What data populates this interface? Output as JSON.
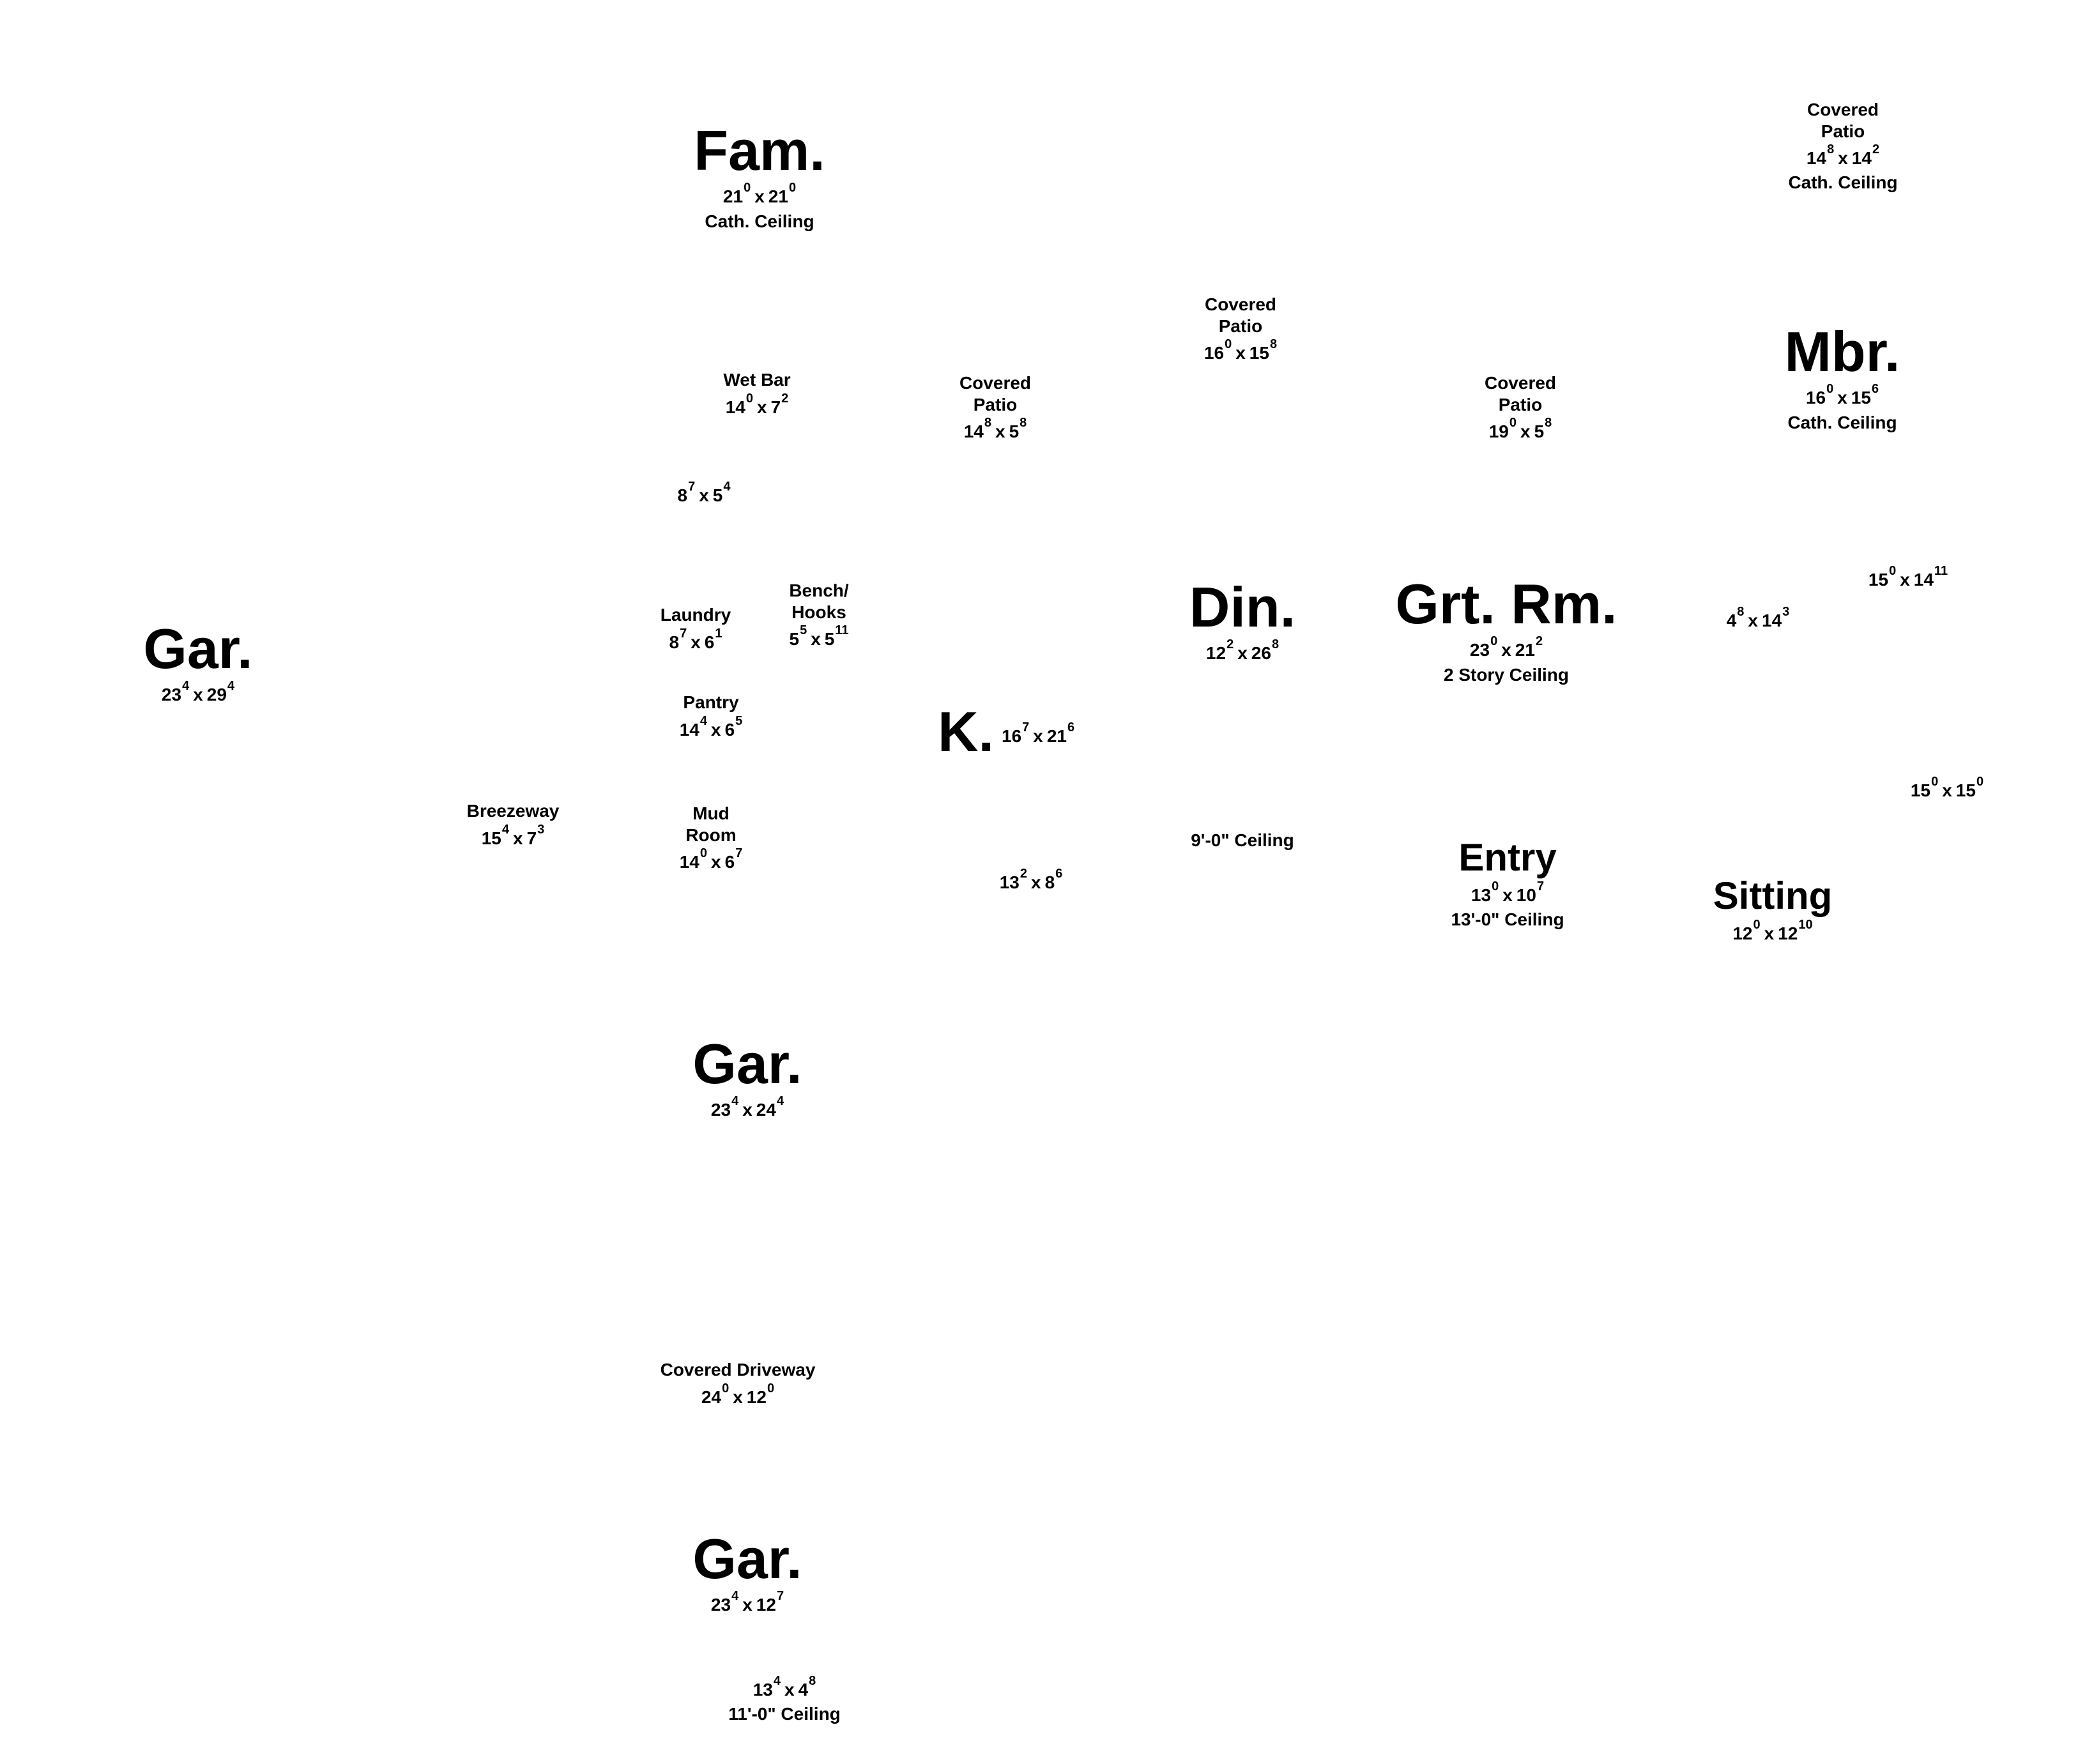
{
  "rooms": [
    {
      "id": "fam",
      "name": "Fam.",
      "size": "xl",
      "d": {
        "a": "21",
        "as": "0",
        "b": "21",
        "bs": "0"
      },
      "note": "Cath. Ceiling"
    },
    {
      "id": "covered-patio-ne",
      "name": "Covered\nPatio",
      "size": "sm",
      "d": {
        "a": "14",
        "as": "8",
        "b": "14",
        "bs": "2"
      },
      "note": "Cath. Ceiling"
    },
    {
      "id": "covered-patio-center",
      "name": "Covered\nPatio",
      "size": "sm",
      "d": {
        "a": "16",
        "as": "0",
        "b": "15",
        "bs": "8"
      }
    },
    {
      "id": "wet-bar",
      "name": "Wet Bar",
      "size": "sm",
      "d": {
        "a": "14",
        "as": "0",
        "b": "7",
        "bs": "2"
      }
    },
    {
      "id": "covered-patio-kitchen",
      "name": "Covered\nPatio",
      "size": "sm",
      "d": {
        "a": "14",
        "as": "8",
        "b": "5",
        "bs": "8"
      }
    },
    {
      "id": "covered-patio-great-room",
      "name": "Covered\nPatio",
      "size": "sm",
      "d": {
        "a": "19",
        "as": "0",
        "b": "5",
        "bs": "8"
      }
    },
    {
      "id": "master-bedroom",
      "name": "Mbr.",
      "size": "xl",
      "d": {
        "a": "16",
        "as": "0",
        "b": "15",
        "bs": "6"
      },
      "note": "Cath. Ceiling"
    },
    {
      "id": "closet-near-wet-bar",
      "name": "",
      "d": {
        "a": "8",
        "as": "7",
        "b": "5",
        "bs": "4"
      }
    },
    {
      "id": "laundry",
      "name": "Laundry",
      "size": "sm",
      "d": {
        "a": "8",
        "as": "7",
        "b": "6",
        "bs": "1"
      }
    },
    {
      "id": "bench-hooks",
      "name": "Bench/\nHooks",
      "size": "sm",
      "d": {
        "a": "5",
        "as": "5",
        "b": "5",
        "bs": "11"
      }
    },
    {
      "id": "dining",
      "name": "Din.",
      "size": "xl",
      "d": {
        "a": "12",
        "as": "2",
        "b": "26",
        "bs": "8"
      }
    },
    {
      "id": "great-room",
      "name": "Grt. Rm.",
      "size": "xl",
      "d": {
        "a": "23",
        "as": "0",
        "b": "21",
        "bs": "2"
      },
      "note": "2 Story Ceiling"
    },
    {
      "id": "master-closet-a",
      "name": "",
      "d": {
        "a": "15",
        "as": "0",
        "b": "14",
        "bs": "11"
      }
    },
    {
      "id": "master-closet-b",
      "name": "",
      "d": {
        "a": "4",
        "as": "8",
        "b": "14",
        "bs": "3"
      }
    },
    {
      "id": "garage-west",
      "name": "Gar.",
      "size": "xl",
      "d": {
        "a": "23",
        "as": "4",
        "b": "29",
        "bs": "4"
      }
    },
    {
      "id": "pantry",
      "name": "Pantry",
      "size": "sm",
      "d": {
        "a": "14",
        "as": "4",
        "b": "6",
        "bs": "5"
      }
    },
    {
      "id": "kitchen",
      "name": "K.",
      "size": "xl",
      "d": {
        "a": "16",
        "as": "7",
        "b": "21",
        "bs": "6"
      }
    },
    {
      "id": "breezeway",
      "name": "Breezeway",
      "size": "sm",
      "d": {
        "a": "15",
        "as": "4",
        "b": "7",
        "bs": "3"
      }
    },
    {
      "id": "mud-room",
      "name": "Mud\nRoom",
      "size": "sm",
      "d": {
        "a": "14",
        "as": "0",
        "b": "6",
        "bs": "7"
      }
    },
    {
      "id": "master-bath",
      "name": "",
      "d": {
        "a": "15",
        "as": "0",
        "b": "15",
        "bs": "0"
      }
    },
    {
      "id": "ceiling-note-dining",
      "name": "",
      "note": "9'-0\" Ceiling"
    },
    {
      "id": "hall-kitchen",
      "name": "",
      "d": {
        "a": "13",
        "as": "2",
        "b": "8",
        "bs": "6"
      }
    },
    {
      "id": "entry",
      "name": "Entry",
      "size": "lg",
      "d": {
        "a": "13",
        "as": "0",
        "b": "10",
        "bs": "7"
      },
      "note": "13'-0\" Ceiling"
    },
    {
      "id": "sitting",
      "name": "Sitting",
      "size": "lg",
      "d": {
        "a": "12",
        "as": "0",
        "b": "12",
        "bs": "10"
      }
    },
    {
      "id": "garage-center",
      "name": "Gar.",
      "size": "xl",
      "d": {
        "a": "23",
        "as": "4",
        "b": "24",
        "bs": "4"
      }
    },
    {
      "id": "covered-driveway",
      "name": "Covered Driveway",
      "size": "sm",
      "d": {
        "a": "24",
        "as": "0",
        "b": "12",
        "bs": "0"
      }
    },
    {
      "id": "garage-south",
      "name": "Gar.",
      "size": "xl",
      "d": {
        "a": "23",
        "as": "4",
        "b": "12",
        "bs": "7"
      }
    },
    {
      "id": "storage-south",
      "name": "",
      "d": {
        "a": "13",
        "as": "4",
        "b": "4",
        "bs": "8"
      },
      "note": "11'-0\" Ceiling"
    }
  ]
}
